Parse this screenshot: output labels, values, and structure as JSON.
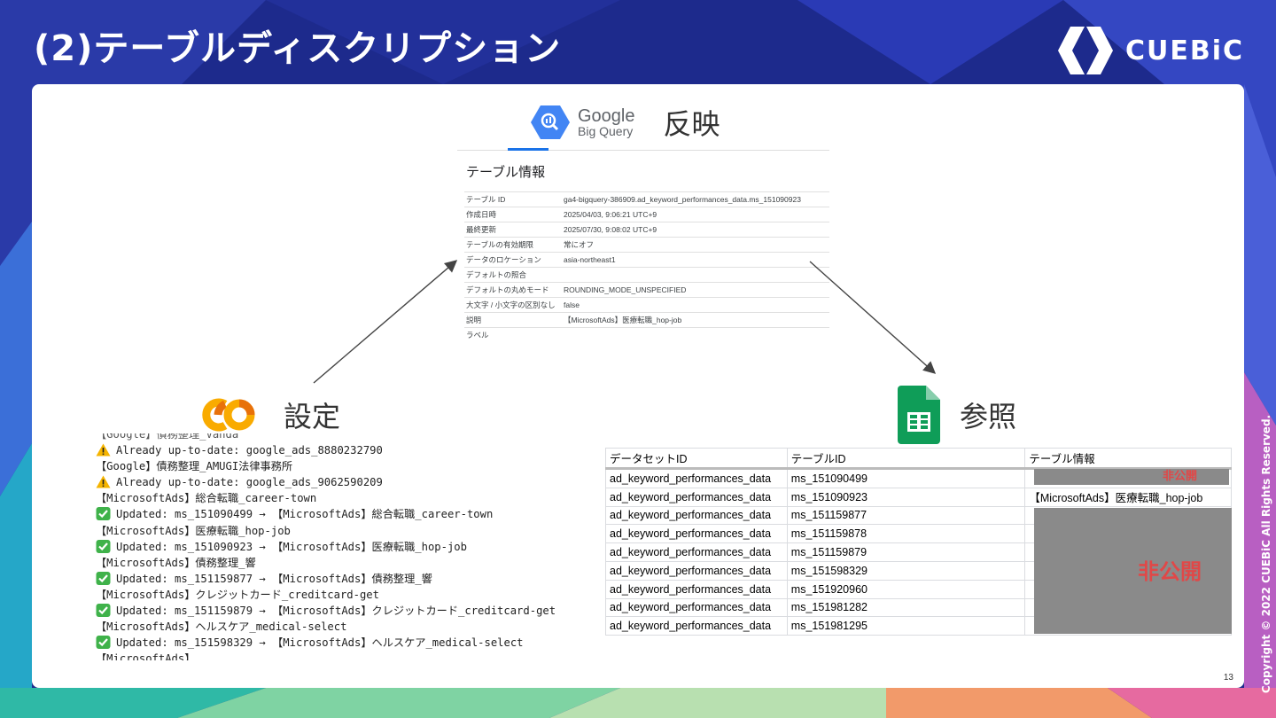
{
  "slide": {
    "title": "(2)テーブルディスクリプション",
    "logo_text": "CUEBiC",
    "page_number": "13",
    "copyright": "Copyright © 2022 CUEBiC All Rights Reserved."
  },
  "bigquery": {
    "brand_line1": "Google",
    "brand_line2": "Big Query",
    "label": "反映",
    "panel_title": "テーブル情報",
    "rows": [
      {
        "k": "テーブル ID",
        "v": "ga4-bigquery-386909.ad_keyword_performances_data.ms_151090923"
      },
      {
        "k": "作成日時",
        "v": "2025/04/03, 9:06:21 UTC+9"
      },
      {
        "k": "最終更新",
        "v": "2025/07/30, 9:08:02 UTC+9"
      },
      {
        "k": "テーブルの有効期限",
        "v": "常にオフ"
      },
      {
        "k": "データのロケーション",
        "v": "asia-northeast1"
      },
      {
        "k": "デフォルトの照合",
        "v": ""
      },
      {
        "k": "デフォルトの丸めモード",
        "v": "ROUNDING_MODE_UNSPECIFIED"
      },
      {
        "k": "大文字 / 小文字の区別なし",
        "v": "false"
      },
      {
        "k": "説明",
        "v": "【MicrosoftAds】医療転職_hop-job"
      },
      {
        "k": "ラベル",
        "v": ""
      }
    ]
  },
  "colab": {
    "label": "設定",
    "partial_top": "【Google】債務整理_Vanda",
    "lines": [
      {
        "icon": "warning",
        "text": "Already up-to-date: google_ads_8880232790"
      },
      {
        "icon": "",
        "text": "【Google】債務整理_AMUGI法律事務所"
      },
      {
        "icon": "warning",
        "text": "Already up-to-date: google_ads_9062590209"
      },
      {
        "icon": "",
        "text": "【MicrosoftAds】総合転職_career-town"
      },
      {
        "icon": "check",
        "text": "Updated: ms_151090499 → 【MicrosoftAds】総合転職_career-town"
      },
      {
        "icon": "",
        "text": "【MicrosoftAds】医療転職_hop-job"
      },
      {
        "icon": "check",
        "text": "Updated: ms_151090923 → 【MicrosoftAds】医療転職_hop-job"
      },
      {
        "icon": "",
        "text": "【MicrosoftAds】債務整理_響"
      },
      {
        "icon": "check",
        "text": "Updated: ms_151159877 → 【MicrosoftAds】債務整理_響"
      },
      {
        "icon": "",
        "text": "【MicrosoftAds】クレジットカード_creditcard-get"
      },
      {
        "icon": "check",
        "text": "Updated: ms_151159879 → 【MicrosoftAds】クレジットカード_creditcard-get"
      },
      {
        "icon": "",
        "text": "【MicrosoftAds】ヘルスケア_medical-select"
      },
      {
        "icon": "check",
        "text": "Updated: ms_151598329 → 【MicrosoftAds】ヘルスケア_medical-select"
      },
      {
        "icon": "",
        "text": "【MicrosoftAds】"
      }
    ]
  },
  "sheets": {
    "label": "参照",
    "headers": [
      "データセットID",
      "テーブルID",
      "テーブル情報"
    ],
    "rows": [
      [
        "ad_keyword_performances_data",
        "ms_151090499",
        ""
      ],
      [
        "ad_keyword_performances_data",
        "ms_151090923",
        "【MicrosoftAds】医療転職_hop-job"
      ],
      [
        "ad_keyword_performances_data",
        "ms_151159877",
        ""
      ],
      [
        "ad_keyword_performances_data",
        "ms_151159878",
        ""
      ],
      [
        "ad_keyword_performances_data",
        "ms_151159879",
        ""
      ],
      [
        "ad_keyword_performances_data",
        "ms_151598329",
        ""
      ],
      [
        "ad_keyword_performances_data",
        "ms_151920960",
        ""
      ],
      [
        "ad_keyword_performances_data",
        "ms_151981282",
        ""
      ],
      [
        "ad_keyword_performances_data",
        "ms_151981295",
        ""
      ]
    ],
    "redacted_label": "非公開"
  },
  "colors": {
    "background": "#1d2a8c",
    "bigquery_blue": "#4285f4",
    "sheets_green": "#0f9d58",
    "colab_orange": "#f9ab00",
    "redact_gray": "#8a8a8a",
    "redact_red": "#e04848"
  }
}
